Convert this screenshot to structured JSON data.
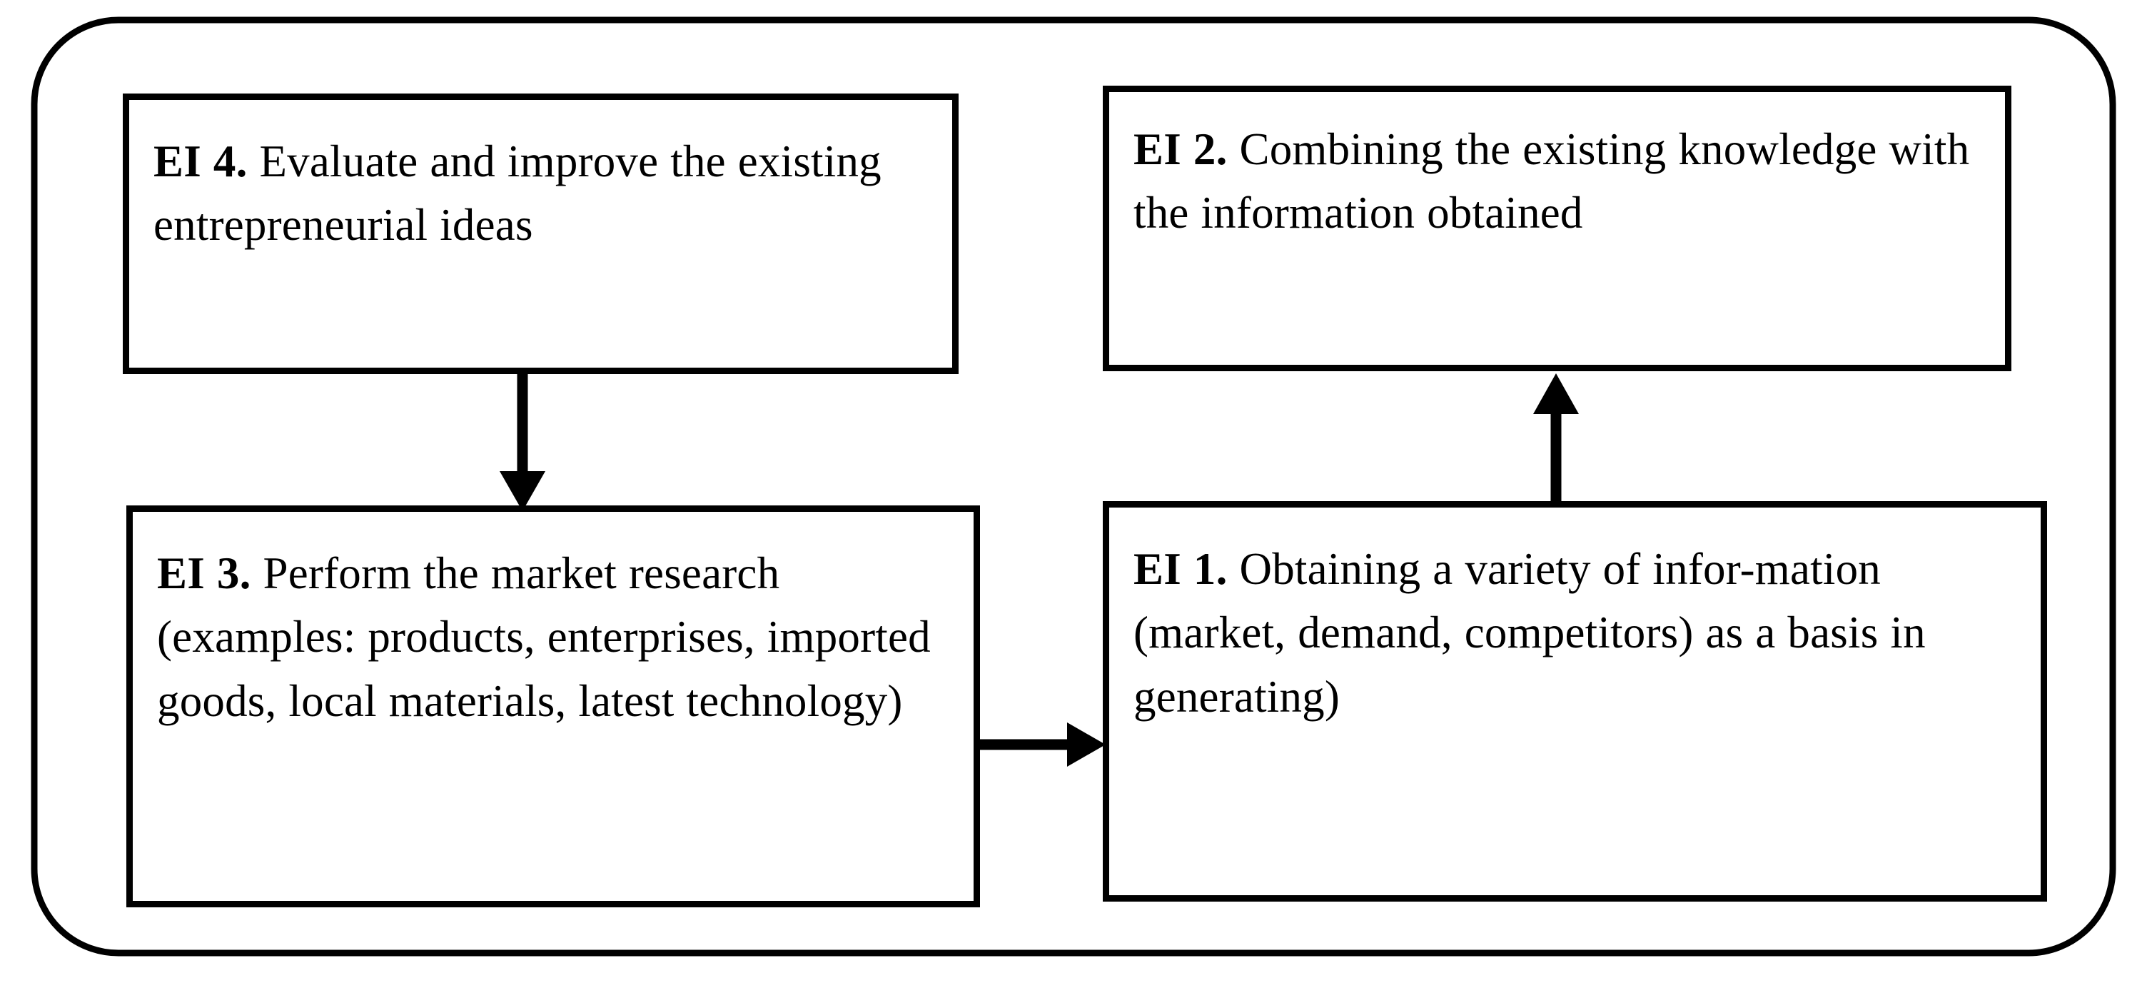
{
  "diagram": {
    "type": "flowchart",
    "title": "",
    "container": {
      "shape": "rounded-rectangle",
      "stroke_color": "#000000",
      "fill_color": "#FFFFFF"
    },
    "nodes": [
      {
        "id": "EI4",
        "label": "EI 4.",
        "text": " Evaluate and improve the existing entrepreneurial ideas",
        "full_text": "EI 4. Evaluate and improve the existing entrepreneurial ideas",
        "position": "top-left"
      },
      {
        "id": "EI2",
        "label": "EI 2.",
        "text": " Combining the existing knowledge with the information obtained",
        "full_text": "EI 2. Combining the existing knowledge with the information obtained",
        "position": "top-right"
      },
      {
        "id": "EI3",
        "label": "EI 3.",
        "text": " Perform the market research (examples: products, enterprises, imported goods, local materials, latest technology)",
        "full_text": "EI 3. Perform the market research (examples: products, enterprises, imported goods, local materials, latest technology)",
        "position": "bottom-left"
      },
      {
        "id": "EI1",
        "label": "EI 1.",
        "text": " Obtaining a variety of infor-mation (market, demand, competitors) as a basis in generating)",
        "full_text": "EI 1. Obtaining a variety of infor-mation (market, demand, competitors) as a basis in generating)",
        "position": "bottom-right"
      }
    ],
    "edges": [
      {
        "id": "edge-ei4-ei3",
        "from": "EI4",
        "to": "EI3",
        "direction": "down",
        "arrowhead": "filled-triangle"
      },
      {
        "id": "edge-ei3-ei1",
        "from": "EI3",
        "to": "EI1",
        "direction": "right",
        "arrowhead": "filled-triangle"
      },
      {
        "id": "edge-ei1-ei2",
        "from": "EI1",
        "to": "EI2",
        "direction": "up",
        "arrowhead": "filled-triangle"
      }
    ]
  }
}
